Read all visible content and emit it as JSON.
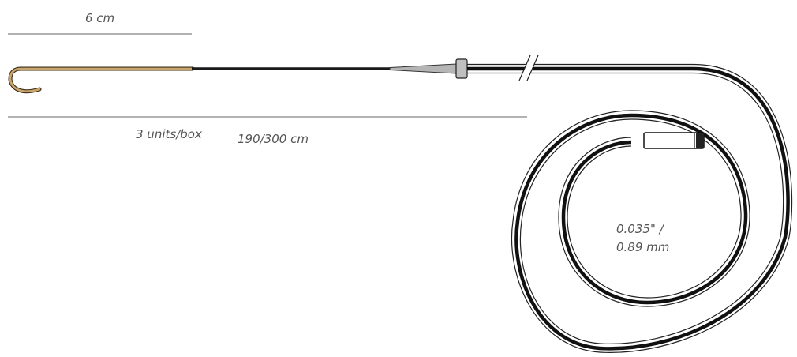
{
  "labels": {
    "hook_length": "6 cm",
    "units_per_box": "3 units/box",
    "wire_length": "190/300 cm",
    "diameter_inch": "0.035\" /",
    "diameter_mm": "0.89 mm"
  },
  "colors": {
    "hook_tip": "#c9a46b",
    "wire": "#1a1a1a",
    "taper": "#b5b5b5",
    "connector": "#c0c0c0",
    "dimension_line": "#666666",
    "label_text": "#555555"
  }
}
